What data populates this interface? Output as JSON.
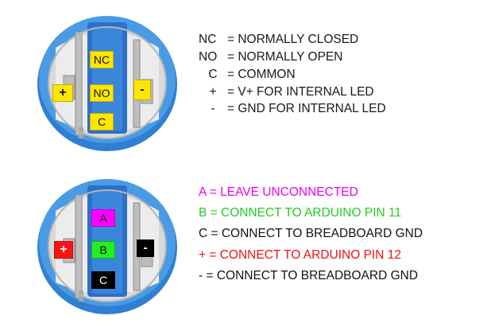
{
  "top_switch": {
    "labels": {
      "nc": "NC",
      "no": "NO",
      "c": "C",
      "plus": "+",
      "minus": "-"
    },
    "colors": {
      "pin_label_bg": "#ffe600",
      "body": "#2f7fd2",
      "inner": "#dcdcdc"
    }
  },
  "bottom_switch": {
    "labels": {
      "a": "A",
      "b": "B",
      "c": "C",
      "plus": "+",
      "minus": "-"
    },
    "colors": {
      "a_bg": "#ff00ff",
      "b_bg": "#22ee22",
      "c_bg": "#000000",
      "plus_bg": "#ff1111",
      "minus_bg": "#000000"
    }
  },
  "legend_top": [
    {
      "symbol": "NC",
      "text": "= NORMALLY CLOSED"
    },
    {
      "symbol": "NO",
      "text": "= NORMALLY OPEN"
    },
    {
      "symbol": "C",
      "text": "= COMMON"
    },
    {
      "symbol": "+",
      "text": "= V+ FOR INTERNAL LED"
    },
    {
      "symbol": "-",
      "text": "= GND FOR INTERNAL LED"
    }
  ],
  "legend_bottom": [
    {
      "text": "A = LEAVE UNCONNECTED",
      "color": "#ee00ee"
    },
    {
      "text": "B = CONNECT TO ARDUINO PIN 11",
      "color": "#22cc22"
    },
    {
      "text": "C = CONNECT TO BREADBOARD GND",
      "color": "#111111"
    },
    {
      "text": "+ = CONNECT TO ARDUINO PIN 12",
      "color": "#ee1111"
    },
    {
      "text": "- = CONNECT TO BREADBOARD GND",
      "color": "#111111"
    }
  ]
}
